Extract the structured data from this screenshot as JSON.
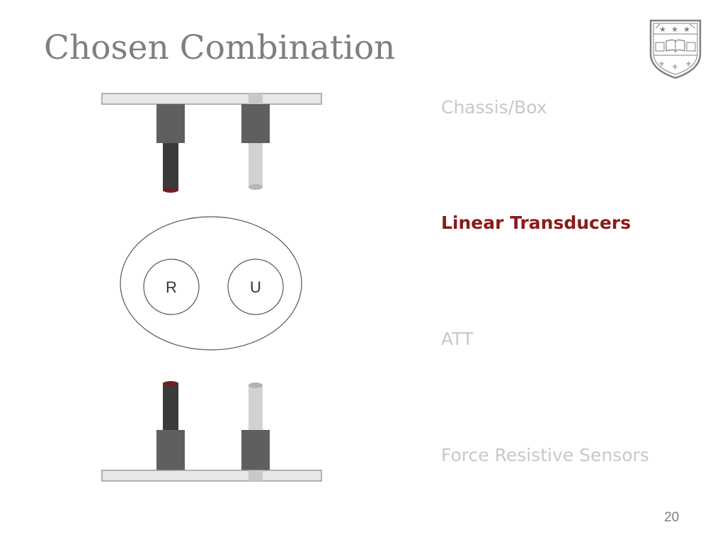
{
  "slide": {
    "title": "Chosen Combination",
    "page_number": "20"
  },
  "items": [
    {
      "label": "Chassis/Box",
      "state": "inactive"
    },
    {
      "label": "Linear Transducers",
      "state": "active"
    },
    {
      "label": "ATT",
      "state": "inactive"
    },
    {
      "label": "Force Resistive Sensors",
      "state": "inactive"
    }
  ],
  "diagram": {
    "circle_left_label": "R",
    "circle_right_label": "U"
  },
  "colors": {
    "title": "#7f7f7f",
    "active_item": "#8b1a1a",
    "inactive_item": "#c8c8c8"
  },
  "logo": {
    "icon": "university-shield-icon"
  }
}
